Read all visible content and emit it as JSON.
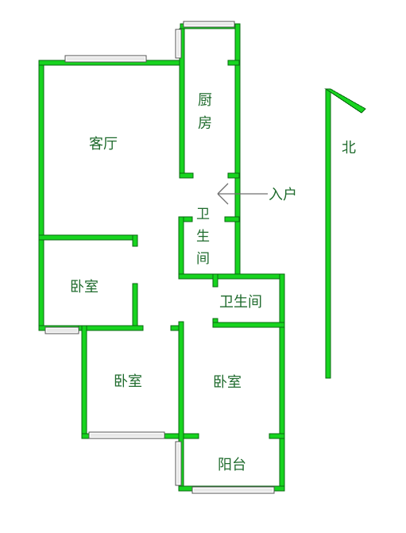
{
  "diagram": {
    "rooms": {
      "living_room": "客厅",
      "kitchen_line1": "厨",
      "kitchen_line2": "房",
      "bath_left_line1": "卫",
      "bath_left_line2": "生",
      "bath_left_line3": "间",
      "bath_right": "卫生间",
      "bedroom_left": "卧室",
      "bedroom_bottom_left": "卧室",
      "bedroom_bottom_right": "卧室",
      "balcony": "阳台"
    },
    "entry": "入户",
    "north": "北"
  },
  "colors": {
    "wall": "#17d41f",
    "label": "#1f6b2d",
    "arrow": "#6f6f6f"
  },
  "icons": {
    "entry": "arrow-left-icon",
    "north": "north-compass-icon"
  }
}
